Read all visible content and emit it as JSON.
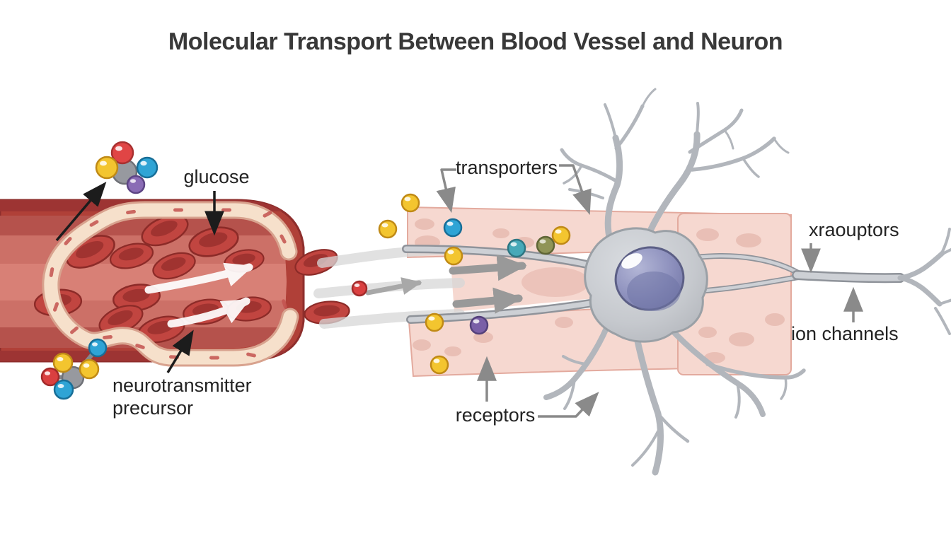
{
  "title": "Molecular Transport Between Blood Vessel and Neuron",
  "labels": {
    "glucose": "glucose",
    "neurotransmitter_precursor_line1": "neurotransmitter",
    "neurotransmitter_precursor_line2": "precursor",
    "transporters": "transporters",
    "receptors": "receptors",
    "axon_receptors": "xraouptors",
    "ion_channels": "ion channels"
  },
  "colors": {
    "background": "#ffffff",
    "title_text": "#383838",
    "label_text": "#232323",
    "vessel_outer": "#b04038",
    "vessel_interior": "#c96b62",
    "vessel_wall": "#f6e0cb",
    "red_blood_cell": "#c14540",
    "tissue_band": "#f6d8d0",
    "tissue_blob": "#e8bdb3",
    "neuron_body": "#c9ccd1",
    "nucleus": "#8d90bd",
    "flow_arrow_bold": "#999999",
    "connector_gray": "#8a8a8a",
    "connector_black": "#1c1c1c",
    "molecule_yellow": "#f3c52f",
    "molecule_blue": "#2fa4d5",
    "molecule_teal": "#47a9b8",
    "molecule_olive": "#8f9457",
    "molecule_purple": "#7a5fa7",
    "molecule_red": "#da4040",
    "molecule_gray": "#97999f"
  }
}
